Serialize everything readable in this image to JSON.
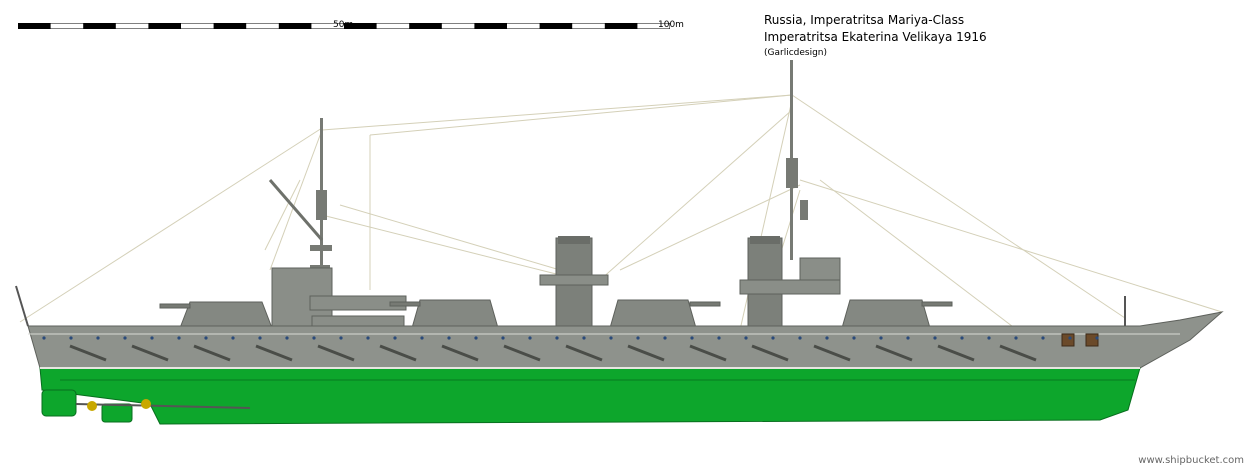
{
  "scale_bar": {
    "label_mid": "50m",
    "label_end": "100m",
    "segments": 20
  },
  "title": {
    "line1": "Russia, Imperatritsa Mariya-Class",
    "line2": "Imperatritsa Ekaterina Velikaya 1916",
    "credit": "(Garlicdesign)"
  },
  "watermark": "www.shipbucket.com",
  "colors": {
    "hull_upper": "#8e928c",
    "hull_lower": "#0da62c",
    "hull_lower_dark": "#087a1f",
    "superstructure": "#8a8e88",
    "deck_line": "#e6e6e0",
    "rigging": "#d8d4c0",
    "propeller": "#c8a800"
  },
  "ship": {
    "name": "Imperatritsa Ekaterina Velikaya"
  }
}
